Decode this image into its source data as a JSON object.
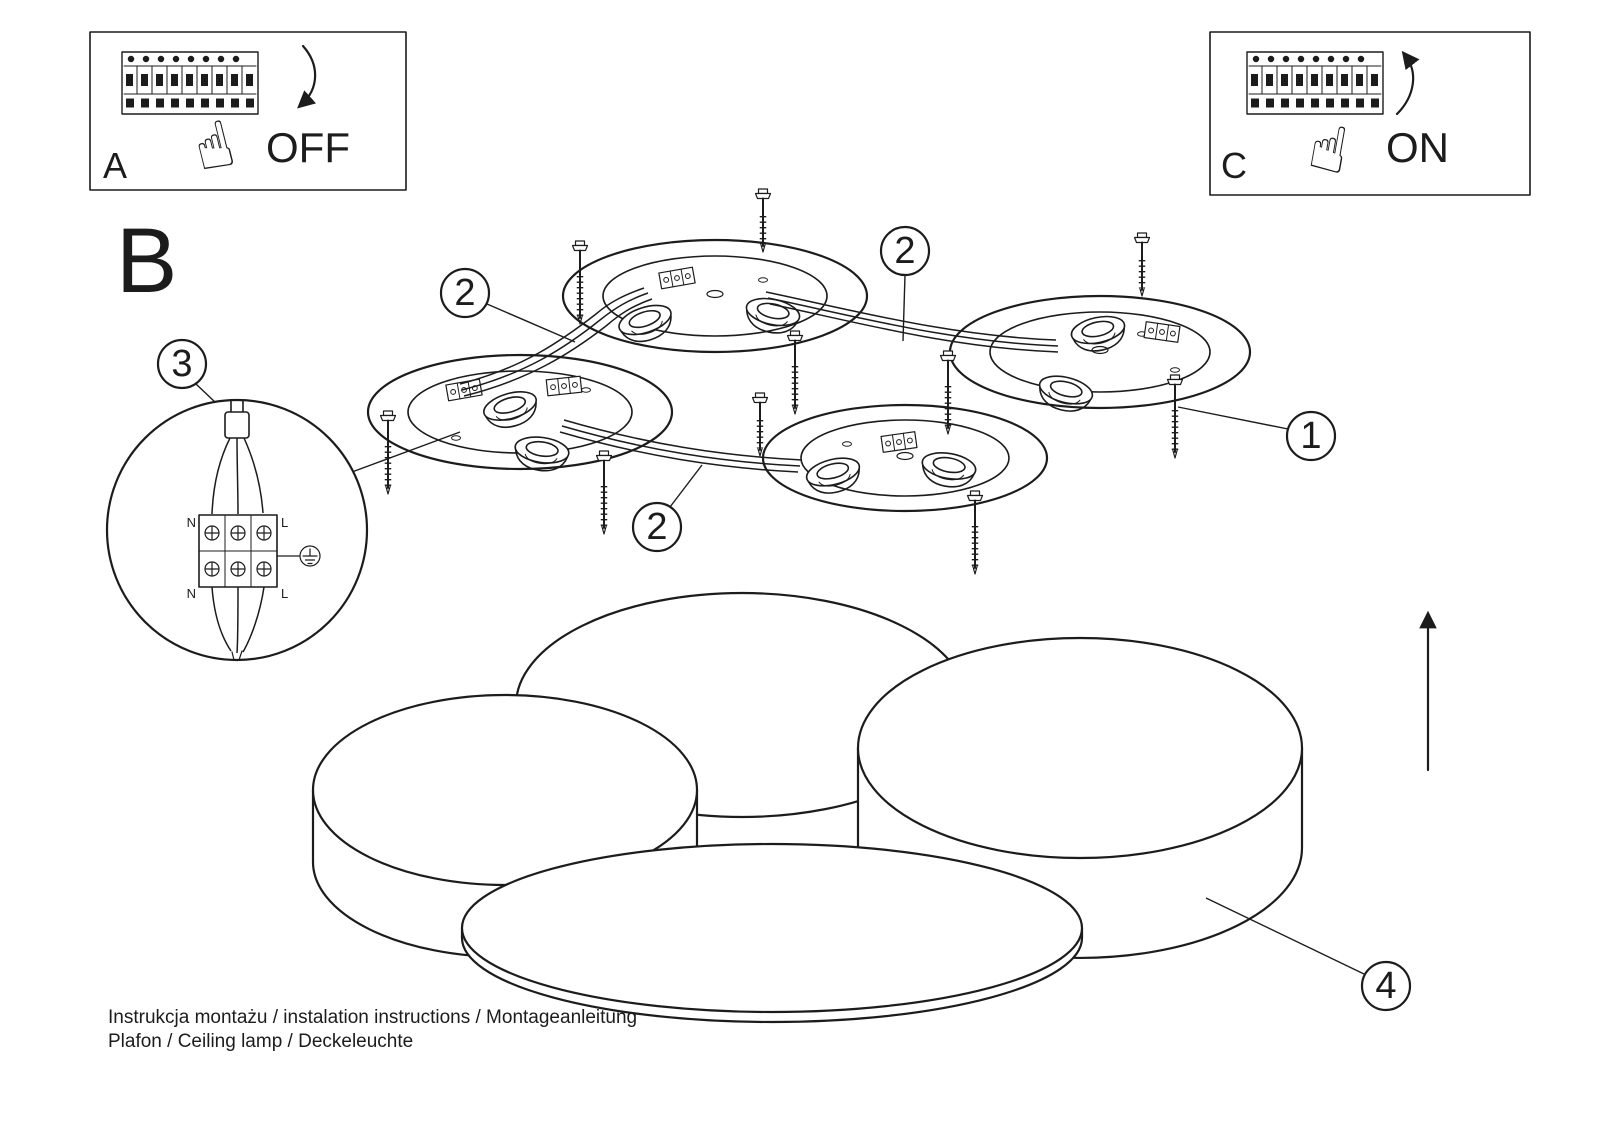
{
  "page": {
    "background": "#ffffff",
    "ink": "#1c1c1c"
  },
  "icons": {
    "hand": "☝"
  },
  "steps": {
    "a": {
      "label": "A",
      "action": "OFF"
    },
    "b": {
      "label": "B"
    },
    "c": {
      "label": "C",
      "action": "ON"
    }
  },
  "callouts": {
    "part1": "1",
    "part2": "2",
    "part3": "3",
    "part4": "4"
  },
  "wiring_detail": {
    "terminal_top_left": "N",
    "terminal_top_right": "L",
    "terminal_bottom_left": "N",
    "terminal_bottom_right": "L"
  },
  "footer": {
    "line1": "Instrukcja montażu / instalation instructions / Montageanleitung",
    "line2": "Plafon / Ceiling lamp / Deckeleuchte"
  }
}
